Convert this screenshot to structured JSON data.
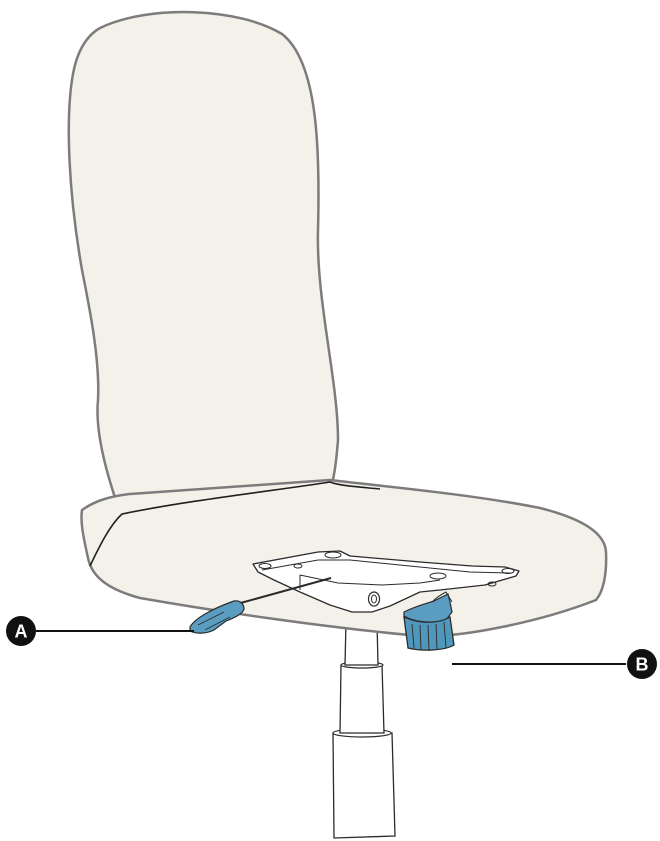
{
  "diagram": {
    "callouts": [
      {
        "id": "A",
        "label": "A"
      },
      {
        "id": "B",
        "label": "B"
      }
    ]
  },
  "colors": {
    "cushion_fill": "#f4f1ea",
    "outline": "#7c7c7c",
    "metal": "#ffffff",
    "lever_blue": "#5b9dc0",
    "knob_blue": "#4f97bb",
    "callout_bg": "#111111"
  },
  "icons": {
    "chair": "office-chair-icon",
    "lever": "height-lever-icon",
    "knob": "tension-knob-icon"
  }
}
